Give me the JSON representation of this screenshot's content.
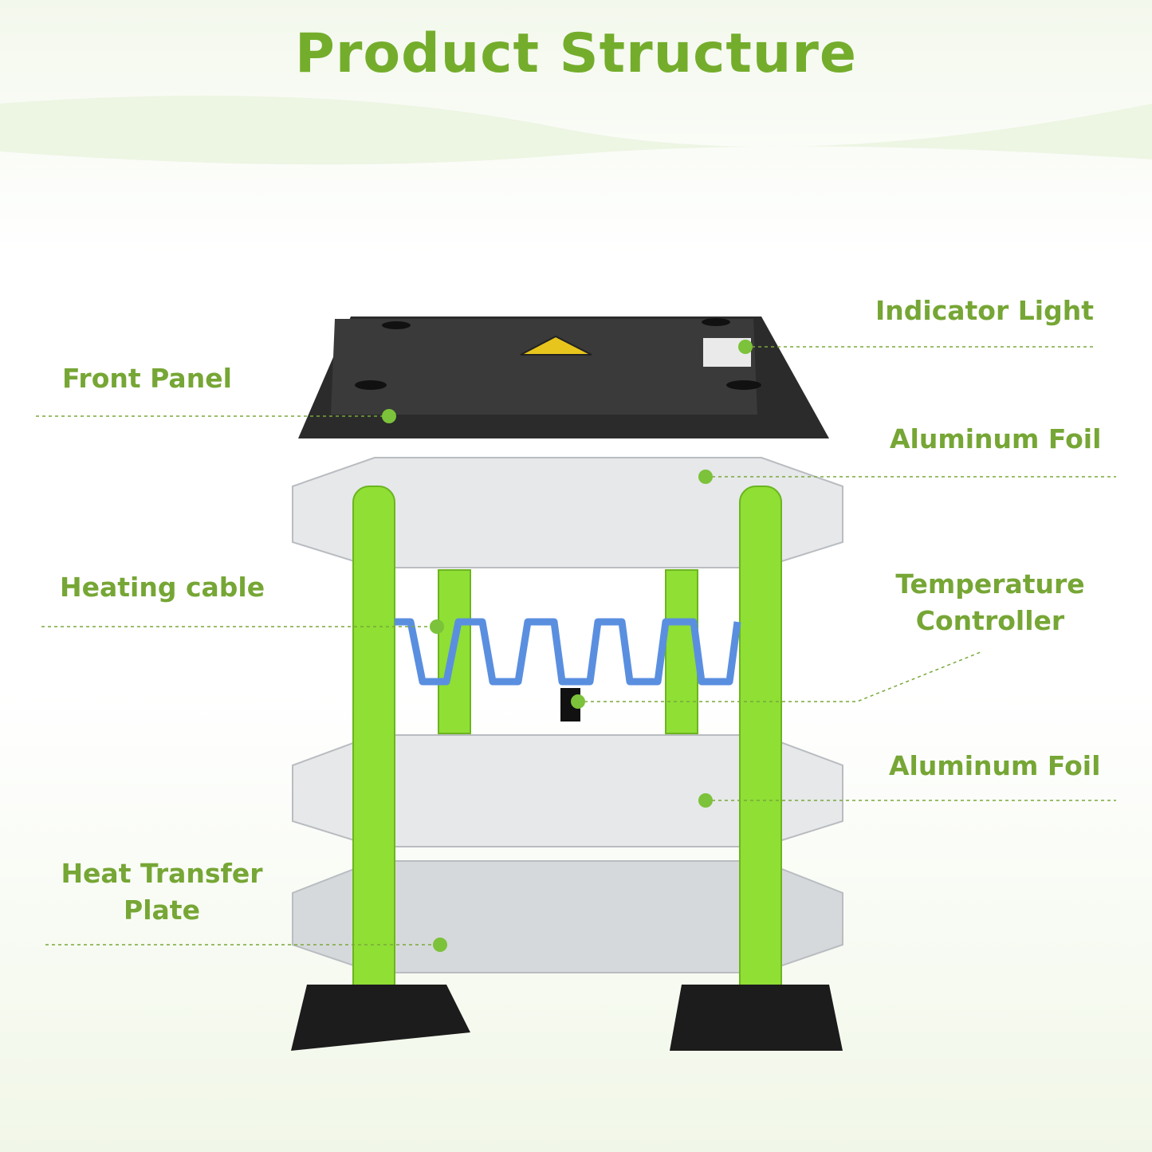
{
  "title": "Product Structure",
  "labels": {
    "indicator_light": "Indicator Light",
    "front_panel": "Front Panel",
    "aluminum_foil_top": "Aluminum Foil",
    "heating_cable": "Heating cable",
    "temperature_controller_line1": "Temperature",
    "temperature_controller_line2": "Controller",
    "aluminum_foil_bottom": "Aluminum Foil",
    "heat_transfer_plate_line1": "Heat Transfer",
    "heat_transfer_plate_line2": "Plate"
  },
  "colors": {
    "accent": "#74ad2c",
    "post": "#8fdf35",
    "panel": "#2a2a2a",
    "cable": "#5a8fe0"
  }
}
